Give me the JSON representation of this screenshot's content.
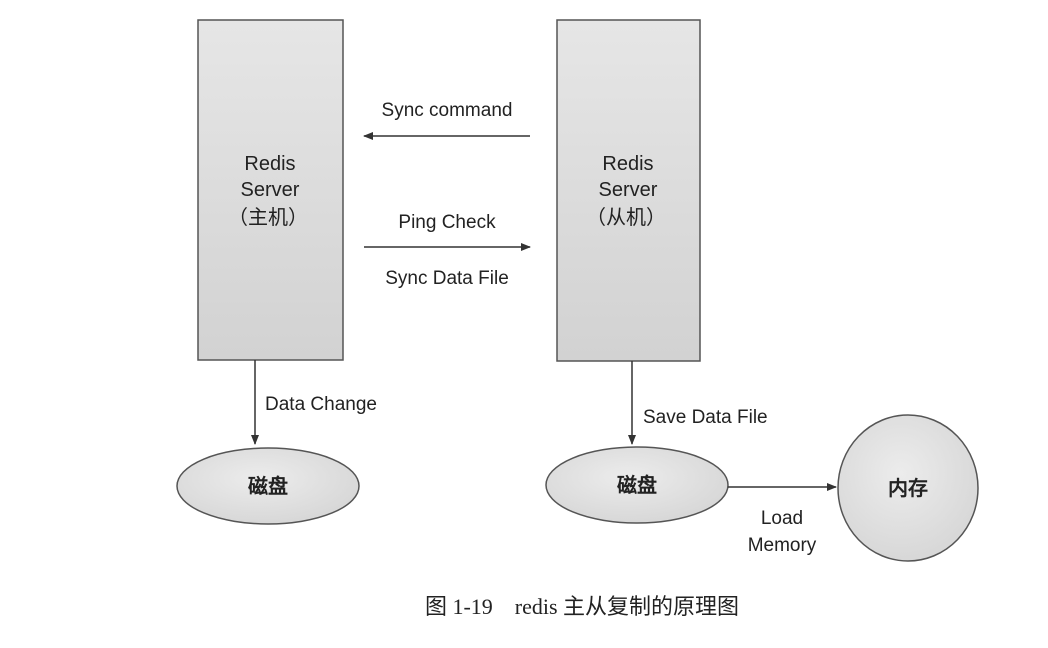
{
  "nodes": {
    "master": {
      "line1": "Redis",
      "line2": "Server",
      "line3": "（主机）"
    },
    "slave": {
      "line1": "Redis",
      "line2": "Server",
      "line3": "（从机）"
    },
    "master_disk": {
      "label": "磁盘"
    },
    "slave_disk": {
      "label": "磁盘"
    },
    "memory": {
      "label": "内存"
    }
  },
  "edges": {
    "sync_command": {
      "label": "Sync command"
    },
    "ping_check": {
      "label": "Ping Check"
    },
    "sync_data_file": {
      "label": "Sync Data File"
    },
    "data_change": {
      "label": "Data Change"
    },
    "save_data_file": {
      "label": "Save Data File"
    },
    "load_memory": {
      "line1": "Load",
      "line2": "Memory"
    }
  },
  "caption": {
    "text": "图 1-19    redis 主从复制的原理图"
  },
  "colors": {
    "box_fill": "#dcdcdc",
    "box_stroke": "#555555",
    "line": "#333333",
    "text": "#222222"
  }
}
